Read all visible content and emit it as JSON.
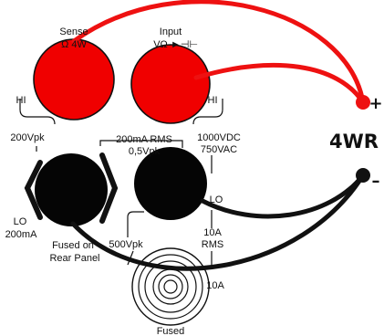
{
  "colors": {
    "red_terminal": "#f00000",
    "black_terminal": "#050505",
    "red_wire": "#ee1111",
    "black_wire": "#111111",
    "outline": "#111111",
    "background": "#ffffff"
  },
  "sense": {
    "title": "Sense",
    "subtitle": "Ω 4W",
    "hi_label": "HI",
    "lo_label": "LO",
    "lo_current": "200mA",
    "voltage_rating": "200Vpk"
  },
  "input": {
    "title": "Input",
    "subtitle": "VΩ",
    "symbols": "►⊣⊢",
    "hi_label": "HI",
    "lo_label": "LO",
    "voltage_rating_line1": "1000VDC",
    "voltage_rating_line2": "750VAC",
    "lo_rating": "500Vpk"
  },
  "middle": {
    "current_line1": "200mA RMS",
    "current_line2": "0,5Vpk"
  },
  "fused_rear": {
    "line1": "Fused on",
    "line2": "Rear Panel"
  },
  "current_terminal": {
    "rating_line1": "10A",
    "rating_line2": "RMS",
    "amps": "10A",
    "caption": "Fused"
  },
  "probe": {
    "label": "4WR",
    "plus": "+",
    "minus": "–"
  },
  "icons": [
    "red-terminal-icon",
    "black-terminal-icon",
    "binding-post-icon",
    "diode-capacitor-icon"
  ]
}
